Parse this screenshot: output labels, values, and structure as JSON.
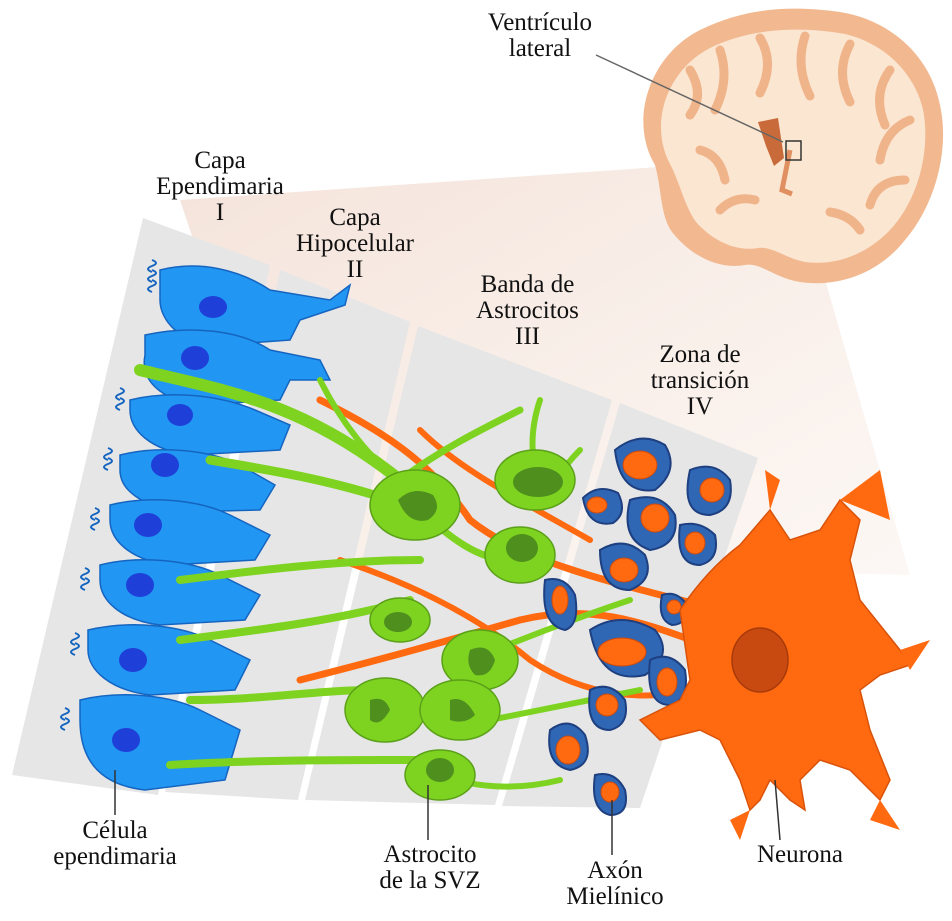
{
  "labels": {
    "ventricle": [
      "Ventrículo",
      "lateral"
    ],
    "layer1": [
      "Capa",
      "Ependimaria",
      "I"
    ],
    "layer2": [
      "Capa",
      "Hipocelular",
      "II"
    ],
    "layer3": [
      "Banda de",
      "Astrocitos",
      "III"
    ],
    "layer4": [
      "Zona de",
      "transición",
      "IV"
    ],
    "ependymal_cell": [
      "Célula",
      "ependimaria"
    ],
    "svz_astrocyte": [
      "Astrocito",
      "de la SVZ"
    ],
    "myelinated_axon": [
      "Axón",
      "Mielínico"
    ],
    "neuron": "Neurona"
  },
  "colors": {
    "ependymal": "#2196f3",
    "ependymal_nucleus": "#1e40d8",
    "astrocyte": "#7ed321",
    "astrocyte_nucleus": "#4e8f1e",
    "neuron": "#ff6a10",
    "neuron_nucleus": "#c94a10",
    "myelin": "#2f67b5",
    "brain": "#f2b991",
    "panel": "#e6e6e6"
  }
}
